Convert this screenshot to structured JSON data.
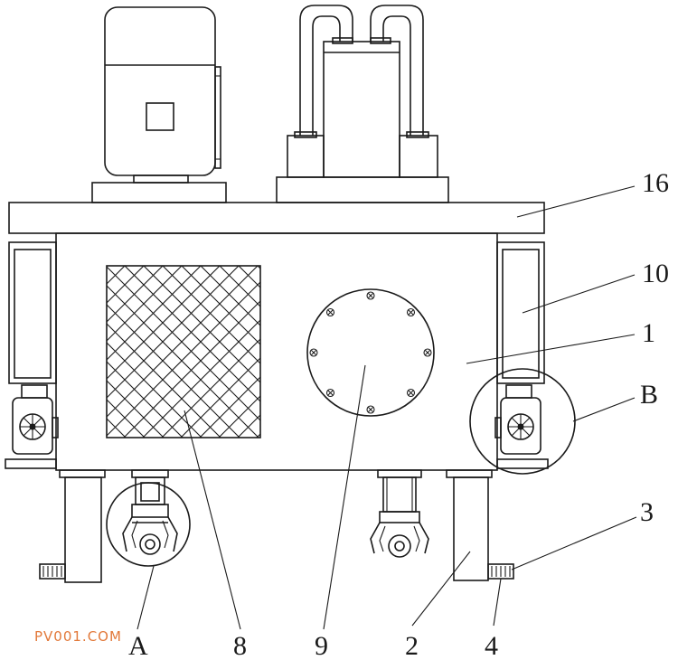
{
  "labels": {
    "l16": "16",
    "l10": "10",
    "l1": "1",
    "lB": "B",
    "l3": "3",
    "lA": "A",
    "l8": "8",
    "l9": "9",
    "l2": "2",
    "l4": "4"
  },
  "watermark": "PV001.COM",
  "colors": {
    "line": "#1a1a1a",
    "watermark": "#e2793a",
    "background": "#ffffff"
  }
}
